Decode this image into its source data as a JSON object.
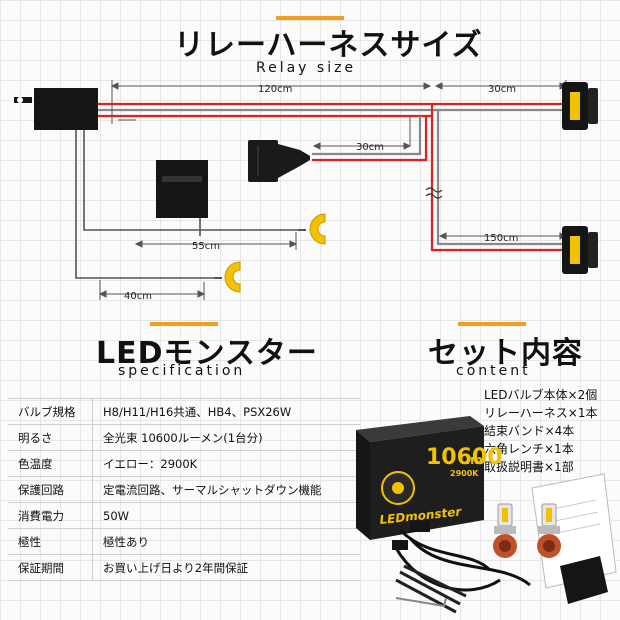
{
  "relay_section": {
    "title": "リレーハーネスサイズ",
    "subtitle": "Relay size",
    "dimensions": [
      "120cm",
      "30cm",
      "30cm",
      "55cm",
      "40cm",
      "150cm"
    ]
  },
  "spec_section": {
    "title": "LEDモンスター",
    "subtitle": "specification",
    "rows": [
      {
        "label": "バルブ規格",
        "value": "H8/H11/H16共通、HB4、PSX26W"
      },
      {
        "label": "明るさ",
        "value": "全光束 10600ルーメン(1台分)"
      },
      {
        "label": "色温度",
        "value": "イエロー：2900K"
      },
      {
        "label": "保護回路",
        "value": "定電流回路、サーマルシャットダウン機能"
      },
      {
        "label": "消費電力",
        "value": "50W"
      },
      {
        "label": "極性",
        "value": "極性あり"
      },
      {
        "label": "保証期間",
        "value": "お買い上げ日より2年間保証"
      }
    ]
  },
  "content_section": {
    "title": "セット内容",
    "subtitle": "content",
    "items": [
      "LEDバルブ本体×2個",
      "リレーハーネス×1本",
      "結束バンド×4本",
      "六角レンチ×1本",
      "取扱説明書×1部"
    ]
  },
  "product_box": {
    "lumen": "10600",
    "lumen_unit": "lm",
    "kelvin": "2900K",
    "brand": "LEDmonster"
  },
  "colors": {
    "accent": "#f0a020",
    "wire_red": "#e02020",
    "connector_yellow": "#f2c200"
  }
}
